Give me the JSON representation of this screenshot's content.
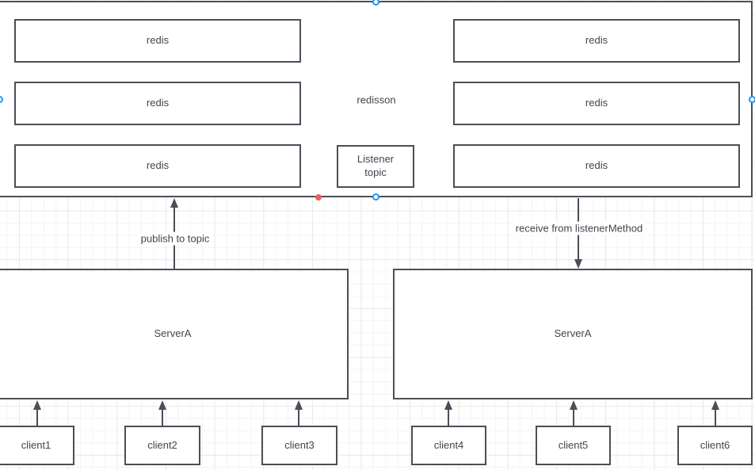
{
  "colors": {
    "stroke": "#4a4f57",
    "text": "#3f454b",
    "shape_fill": "#ffffff",
    "handle_blue": "#2196f3",
    "endpoint_red": "#f25f5f",
    "grid_minor": "#f3f4f4",
    "grid_major": "#e8eaea"
  },
  "diagram": {
    "cluster_label": "redisson",
    "redis_nodes": [
      "redis",
      "redis",
      "redis",
      "redis",
      "redis",
      "redis"
    ],
    "listener_label": "Listener\ntopic",
    "servers": [
      "ServerA",
      "ServerA"
    ],
    "clients": [
      "client1",
      "client2",
      "client3",
      "client4",
      "client5",
      "client6"
    ],
    "edges": {
      "publish_label": "publish to topic",
      "receive_label": "receive from listenerMethod"
    }
  }
}
